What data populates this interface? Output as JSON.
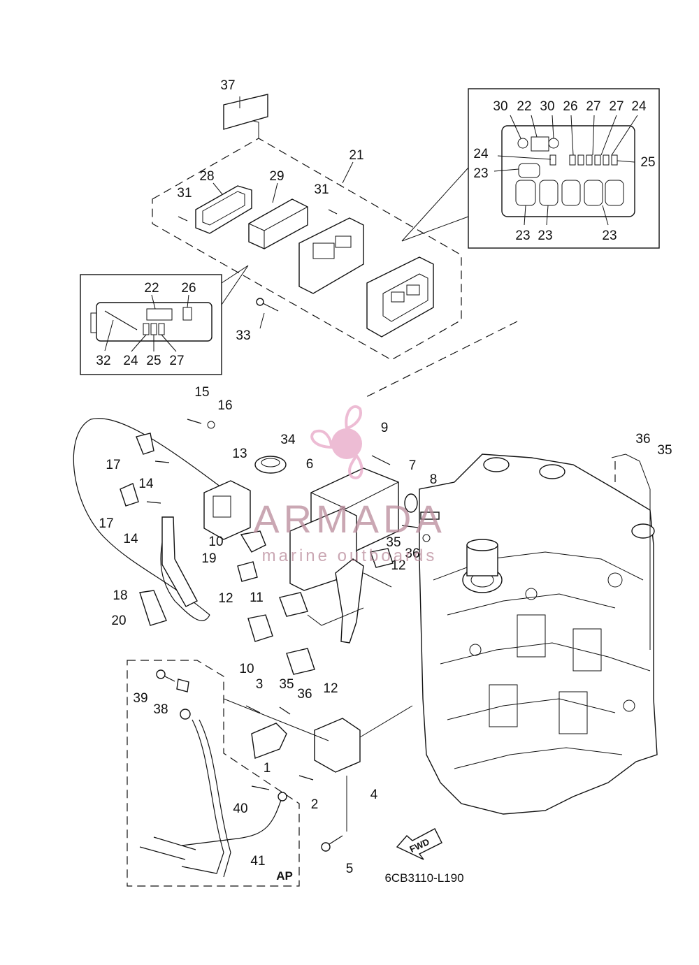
{
  "diagram": {
    "code": "6CB3110-L190",
    "fwd_label": "FWD",
    "ap_label": "AP",
    "watermark": {
      "brand": "ARMADA",
      "tagline": "marine outboards",
      "color": "#b98a9a",
      "logo_color": "#e7a6c6"
    }
  },
  "callouts": {
    "c1": "1",
    "c2": "2",
    "c3": "3",
    "c4": "4",
    "c5": "5",
    "c6": "6",
    "c7": "7",
    "c8": "8",
    "c9": "9",
    "c10a": "10",
    "c10b": "10",
    "c11": "11",
    "c12a": "12",
    "c12b": "12",
    "c12c": "12",
    "c13": "13",
    "c14a": "14",
    "c14b": "14",
    "c15": "15",
    "c16": "16",
    "c17a": "17",
    "c17b": "17",
    "c18": "18",
    "c19": "19",
    "c20": "20",
    "c21": "21",
    "c28": "28",
    "c29": "29",
    "c31a": "31",
    "c31b": "31",
    "c33": "33",
    "c34": "34",
    "c35a": "35",
    "c35b": "35",
    "c35c": "35",
    "c36a": "36",
    "c36b": "36",
    "c36c": "36",
    "c37": "37",
    "c38": "38",
    "c39": "39",
    "c40": "40",
    "c41": "41"
  },
  "inset_right": {
    "top": [
      "30",
      "22",
      "30",
      "26",
      "27",
      "27",
      "24"
    ],
    "left_24": "24",
    "left_23": "23",
    "right_25": "25",
    "bottom": [
      "23",
      "23",
      "23"
    ]
  },
  "inset_left": {
    "top": [
      "22",
      "26"
    ],
    "bottom": [
      "32",
      "24",
      "25",
      "27"
    ]
  }
}
